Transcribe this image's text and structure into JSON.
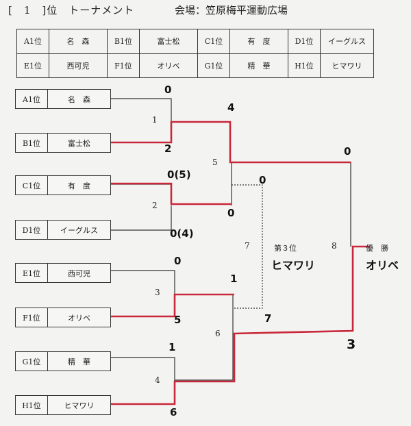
{
  "header": {
    "title": "[　1　]位　トーナメント",
    "venue": "会場：笠原梅平運動広場"
  },
  "seeding_table": [
    [
      {
        "pos": "A1位",
        "team": "名　森"
      },
      {
        "pos": "B1位",
        "team": "富士松"
      },
      {
        "pos": "C1位",
        "team": "有　度"
      },
      {
        "pos": "D1位",
        "team": "イーグルス"
      }
    ],
    [
      {
        "pos": "E1位",
        "team": "西可児"
      },
      {
        "pos": "F1位",
        "team": "オリベ"
      },
      {
        "pos": "G1位",
        "team": "精　華"
      },
      {
        "pos": "H1位",
        "team": "ヒマワリ"
      }
    ]
  ],
  "entries": [
    {
      "pos": "A1位",
      "team": "名　森"
    },
    {
      "pos": "B1位",
      "team": "富士松"
    },
    {
      "pos": "C1位",
      "team": "有　度"
    },
    {
      "pos": "D1位",
      "team": "イーグルス"
    },
    {
      "pos": "E1位",
      "team": "西可児"
    },
    {
      "pos": "F1位",
      "team": "オリベ"
    },
    {
      "pos": "G1位",
      "team": "精　華"
    },
    {
      "pos": "H1位",
      "team": "ヒマワリ"
    }
  ],
  "match_numbers": [
    "1",
    "2",
    "3",
    "4",
    "5",
    "6",
    "7",
    "8"
  ],
  "scores": {
    "m1_top": "0",
    "m1_bottom": "2",
    "m2_top": "0(5)",
    "m2_bottom": "0(4)",
    "m3_top": "0",
    "m3_bottom": "5",
    "m4_top": "1",
    "m4_bottom": "6",
    "m5_top": "4",
    "m5_bottom": "0",
    "m6_top": "1",
    "m6_bottom": "7",
    "m7_top": "0",
    "m8_top": "0",
    "m8_bottom": "3"
  },
  "third_place": {
    "label": "第３位",
    "winner": "ヒマワリ"
  },
  "champion": {
    "label": "優　勝",
    "winner": "オリベ"
  },
  "colors": {
    "winner_line": "#c8283a",
    "line": "#333333"
  }
}
